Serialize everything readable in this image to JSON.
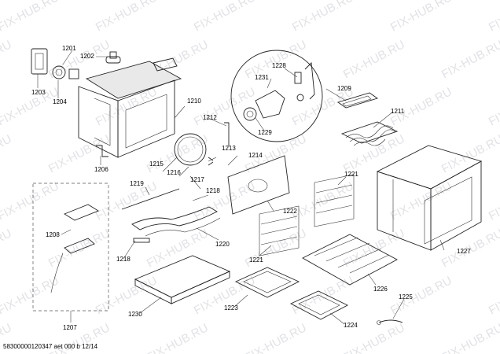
{
  "watermark": "FIX-HUB.RU",
  "footer_text": "58300000120347 aet 000 b 12/14",
  "parts": [
    {
      "id": "p1201",
      "label": "1201"
    },
    {
      "id": "p1202",
      "label": "1202"
    },
    {
      "id": "p1203",
      "label": "1203"
    },
    {
      "id": "p1204",
      "label": "1204"
    },
    {
      "id": "p1206",
      "label": "1206"
    },
    {
      "id": "p1207",
      "label": "1207"
    },
    {
      "id": "p1208",
      "label": "1208"
    },
    {
      "id": "p1209",
      "label": "1209"
    },
    {
      "id": "p1210",
      "label": "1210"
    },
    {
      "id": "p1211",
      "label": "1211"
    },
    {
      "id": "p1212",
      "label": "1212"
    },
    {
      "id": "p1213",
      "label": "1213"
    },
    {
      "id": "p1214",
      "label": "1214"
    },
    {
      "id": "p1215",
      "label": "1215"
    },
    {
      "id": "p1216",
      "label": "1216"
    },
    {
      "id": "p1217",
      "label": "1217"
    },
    {
      "id": "p1218a",
      "label": "1218"
    },
    {
      "id": "p1218b",
      "label": "1218"
    },
    {
      "id": "p1219",
      "label": "1219"
    },
    {
      "id": "p1220",
      "label": "1220"
    },
    {
      "id": "p1221a",
      "label": "1221"
    },
    {
      "id": "p1221b",
      "label": "1221"
    },
    {
      "id": "p1222",
      "label": "1222"
    },
    {
      "id": "p1223",
      "label": "1223"
    },
    {
      "id": "p1224",
      "label": "1224"
    },
    {
      "id": "p1225",
      "label": "1225"
    },
    {
      "id": "p1226",
      "label": "1226"
    },
    {
      "id": "p1227",
      "label": "1227"
    },
    {
      "id": "p1228",
      "label": "1228"
    },
    {
      "id": "p1229",
      "label": "1229"
    },
    {
      "id": "p1230",
      "label": "1230"
    },
    {
      "id": "p1231",
      "label": "1231"
    }
  ]
}
